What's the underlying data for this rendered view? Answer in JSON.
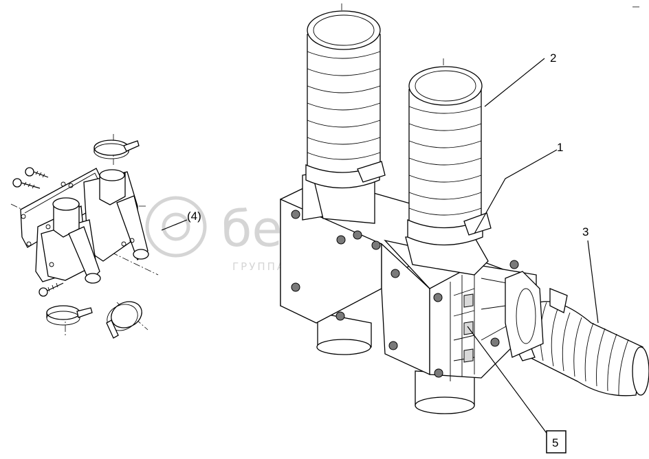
{
  "watermark": {
    "brand": "белагро",
    "tagline": "ГРУППА КОМПАНИЙ"
  },
  "callouts": {
    "c1": "1",
    "c2": "2",
    "c3": "3",
    "c4": "(4)",
    "c5": "5"
  }
}
